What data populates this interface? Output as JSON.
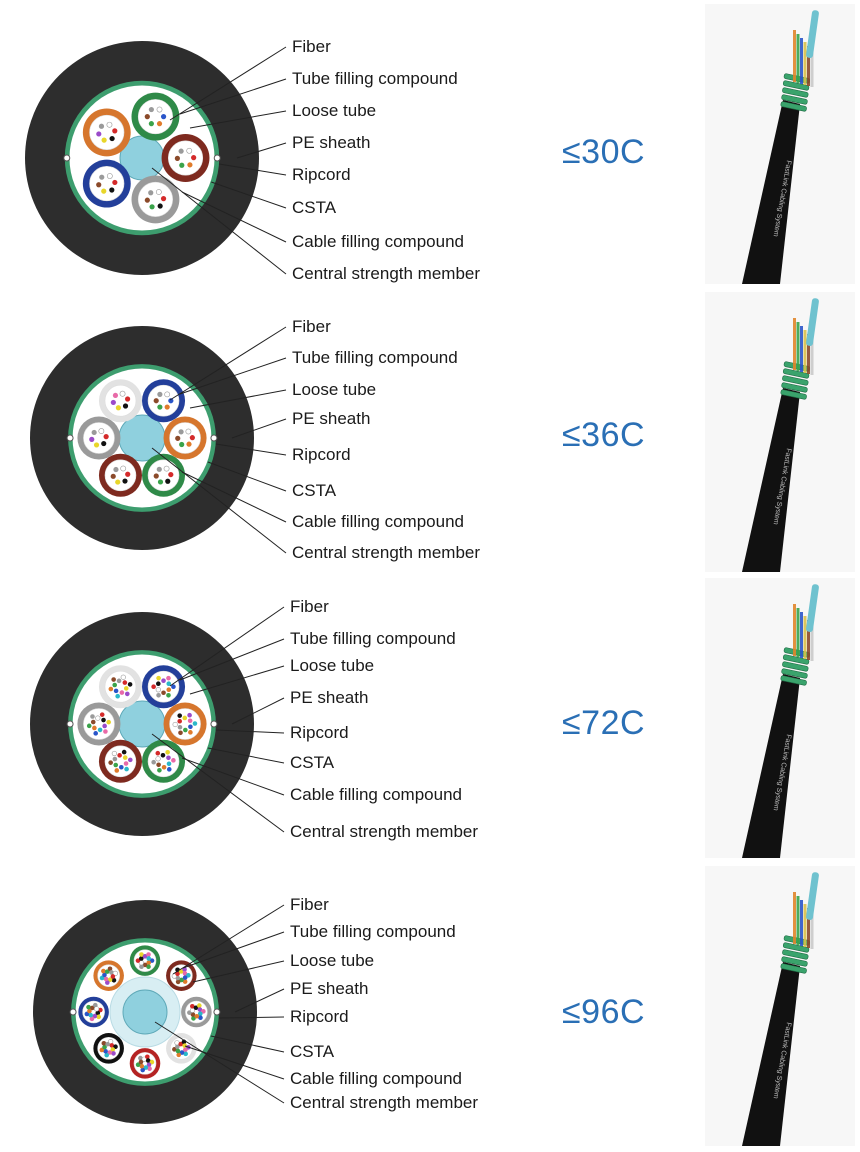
{
  "labels": [
    "Fiber",
    "Tube filling compound",
    "Loose tube",
    "PE sheath",
    "Ripcord",
    "CSTA",
    "Cable filling compound",
    "Central strength member"
  ],
  "colors": {
    "sheath": "#2d2d2d",
    "csta": "#3d9d6e",
    "filling": "#ffffff",
    "central_member": "#8fd0de",
    "accent_text": "#2a6fb5",
    "leader": "#222222"
  },
  "tube_palette": {
    "orange": "#d6762d",
    "green": "#2f8a48",
    "brown": "#7e2a1f",
    "blue": "#233f9a",
    "grey": "#9a9a9a",
    "white": "#e2e2e2",
    "red": "#b52323",
    "black": "#111111",
    "gray": "#9a9a9a"
  },
  "panels": [
    {
      "count": "≤30C",
      "tubes": [
        "green",
        "brown",
        "grey",
        "blue",
        "orange"
      ]
    },
    {
      "count": "≤36C",
      "tubes": [
        "blue",
        "orange",
        "green",
        "brown",
        "grey",
        "white"
      ]
    },
    {
      "count": "≤72C",
      "tubes": [
        "blue",
        "orange",
        "green",
        "brown",
        "grey",
        "white"
      ]
    },
    {
      "count": "≤96C",
      "tubes": [
        "green",
        "brown",
        "grey",
        "white",
        "red",
        "black",
        "blue",
        "orange"
      ]
    }
  ],
  "cable_print": "FastLink Cabling System"
}
